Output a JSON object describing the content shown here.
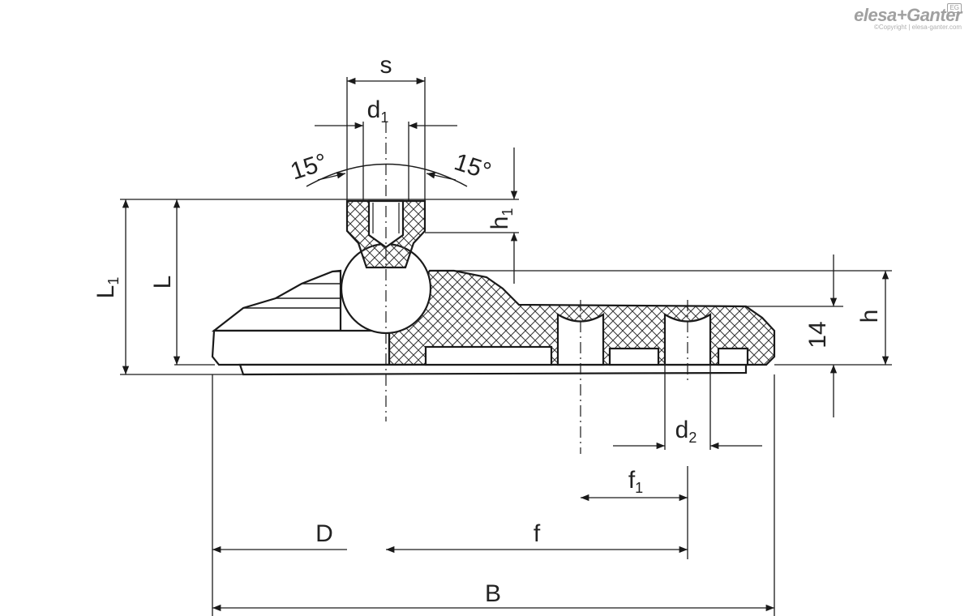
{
  "logo": {
    "brand_a": "elesa",
    "brand_b": "+Ganter",
    "badge": "EG",
    "copyright": "©Copyright | elesa-ganter.com"
  },
  "dimensions": {
    "s": {
      "base": "s",
      "sub": ""
    },
    "d1": {
      "base": "d",
      "sub": "1"
    },
    "angle_left": "15°",
    "angle_right": "15°",
    "h1": {
      "base": "h",
      "sub": "1"
    },
    "L1": {
      "base": "L",
      "sub": "1"
    },
    "L": {
      "base": "L",
      "sub": ""
    },
    "h": {
      "base": "h",
      "sub": ""
    },
    "fourteen": "14",
    "d2": {
      "base": "d",
      "sub": "2"
    },
    "f1": {
      "base": "f",
      "sub": "1"
    },
    "D": {
      "base": "D",
      "sub": ""
    },
    "f": {
      "base": "f",
      "sub": ""
    },
    "B": {
      "base": "B",
      "sub": ""
    }
  },
  "colors": {
    "line": "#1a1a1a",
    "hatch": "#333333",
    "logo": "#a0a0a0"
  }
}
